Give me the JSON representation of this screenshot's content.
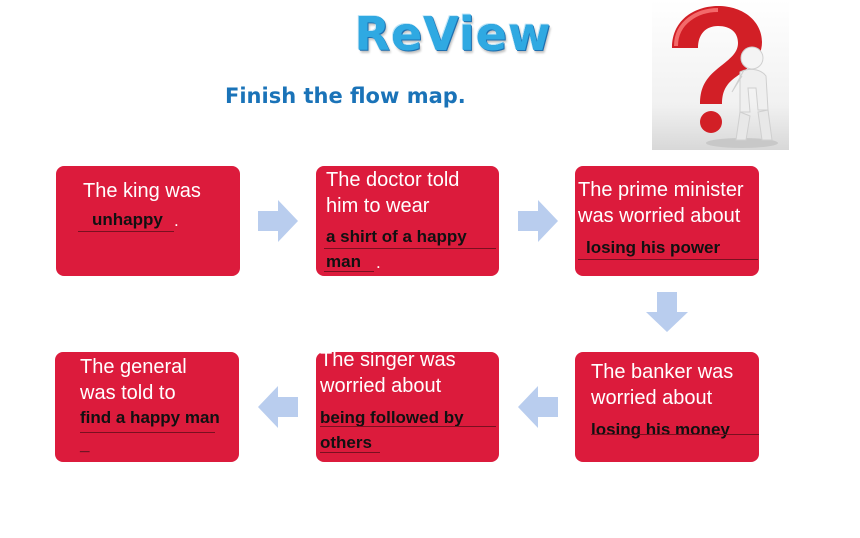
{
  "title": "ReView",
  "subtitle": "Finish the flow map.",
  "boxes": [
    {
      "prompt": "The king was",
      "answer": "unhappy",
      "suffix": "."
    },
    {
      "prompt_line1": "The doctor told",
      "prompt_line2": "him to wear",
      "answer_line1": "a shirt of a happy",
      "answer_line2": "man",
      "suffix": "."
    },
    {
      "prompt_line1": "The prime minister",
      "prompt_line2": "was worried about",
      "answer": "losing his power"
    },
    {
      "prompt_line1": "The banker was",
      "prompt_line2": "worried about",
      "answer": "losing his money"
    },
    {
      "prompt_line1": "The singer was",
      "prompt_line2": "worried about",
      "answer_line1": "being followed by",
      "answer_line2": "others"
    },
    {
      "prompt_line1": "The general",
      "prompt_line2": "was told to",
      "answer": "find a happy man",
      "extra": "_"
    }
  ],
  "colors": {
    "box": "#dc1b3c",
    "arrow": "#b9cdee",
    "title": "#2fa9e2",
    "subtitle": "#1a73b8"
  },
  "icons": [
    "question-mark-figure-icon",
    "arrow-right-icon",
    "arrow-down-icon",
    "arrow-left-icon"
  ]
}
